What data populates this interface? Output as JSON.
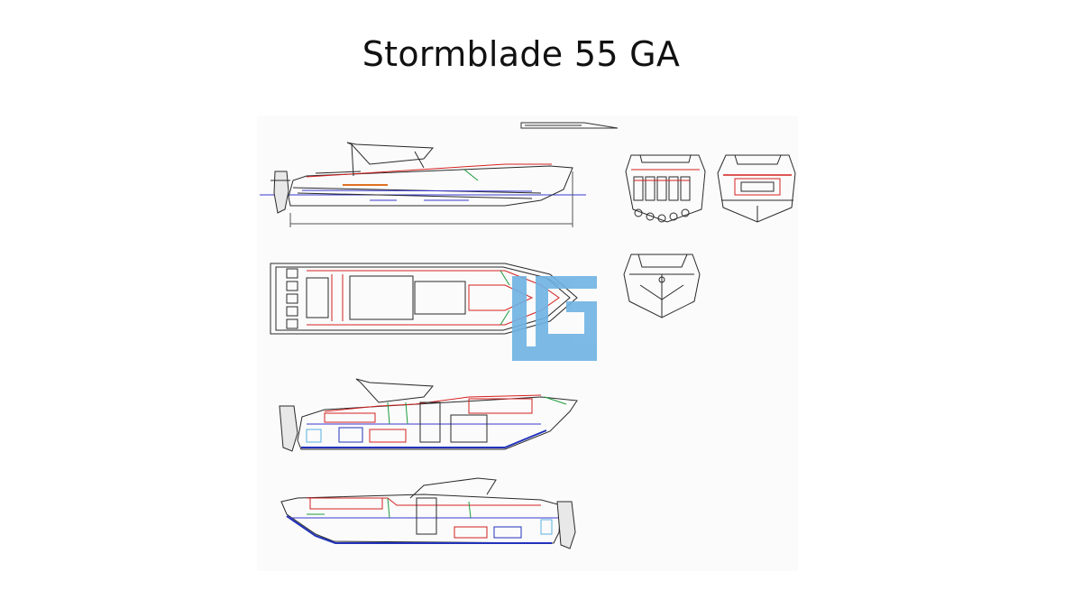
{
  "title": "Stormblade 55 GA",
  "drawing": {
    "views": [
      "profile-exterior",
      "stern-elevation",
      "bow-elevation-top",
      "deck-plan",
      "bow-elevation-front",
      "section-inboard-port",
      "section-inboard-starboard"
    ],
    "watermark_letters": "LG",
    "colors": {
      "hull_line": "#2a2a2a",
      "waterline": "#3a3ad0",
      "accent_red": "#d42020",
      "accent_green": "#1c9a3a",
      "accent_blue": "#2233bb",
      "accent_orange": "#e07020",
      "watermark": "#6fb3e3"
    }
  }
}
